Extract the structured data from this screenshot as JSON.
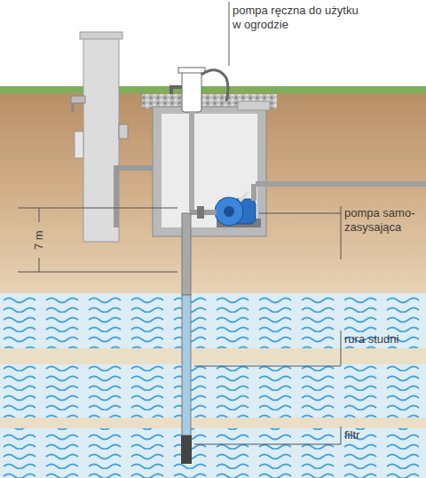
{
  "diagram": {
    "labels": [
      "pompa ręczna do użytku w ogrodzie",
      "pompa samo- zasysająca",
      "rura studni",
      "filtr",
      "7 m"
    ]
  }
}
